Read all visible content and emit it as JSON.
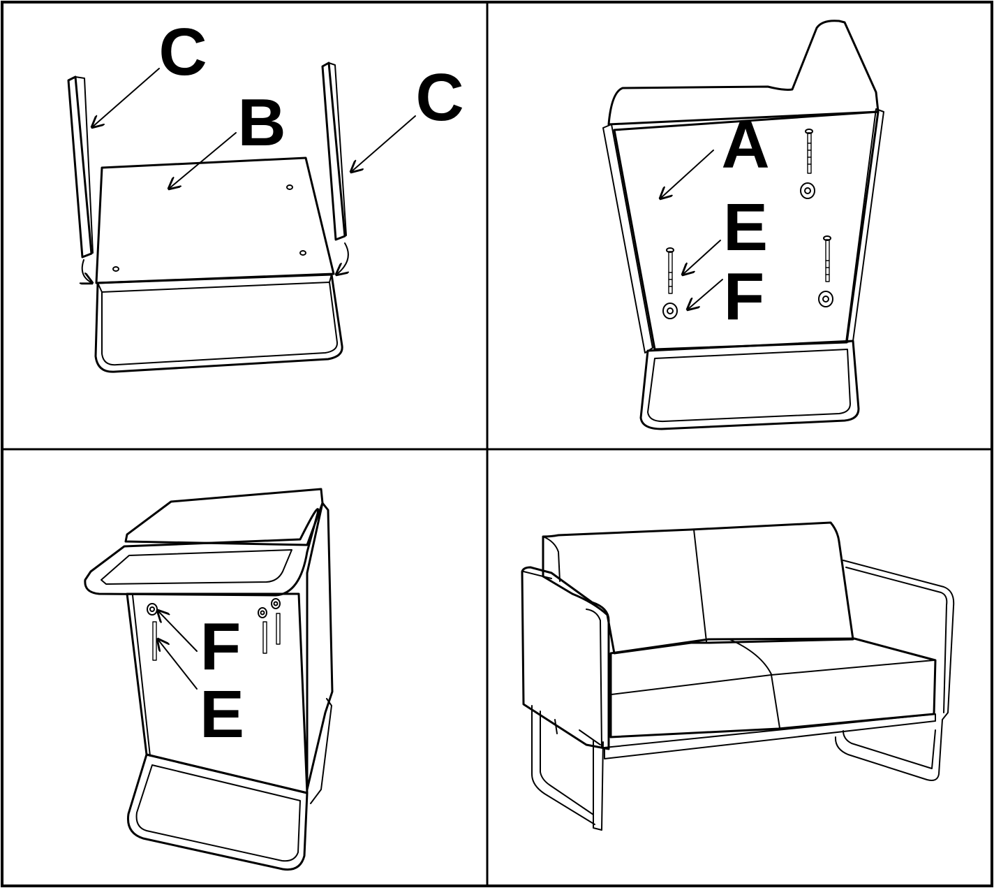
{
  "diagram": {
    "panels": [
      {
        "id": "step-1",
        "labels": {
          "c_left": "C",
          "b": "B",
          "c_right": "C"
        }
      },
      {
        "id": "step-2",
        "labels": {
          "a": "A",
          "e": "E",
          "f": "F"
        }
      },
      {
        "id": "step-3",
        "labels": {
          "f": "F",
          "e": "E"
        }
      },
      {
        "id": "step-4",
        "labels": {}
      }
    ],
    "colors": {
      "line": "#000000",
      "background": "#ffffff"
    }
  }
}
